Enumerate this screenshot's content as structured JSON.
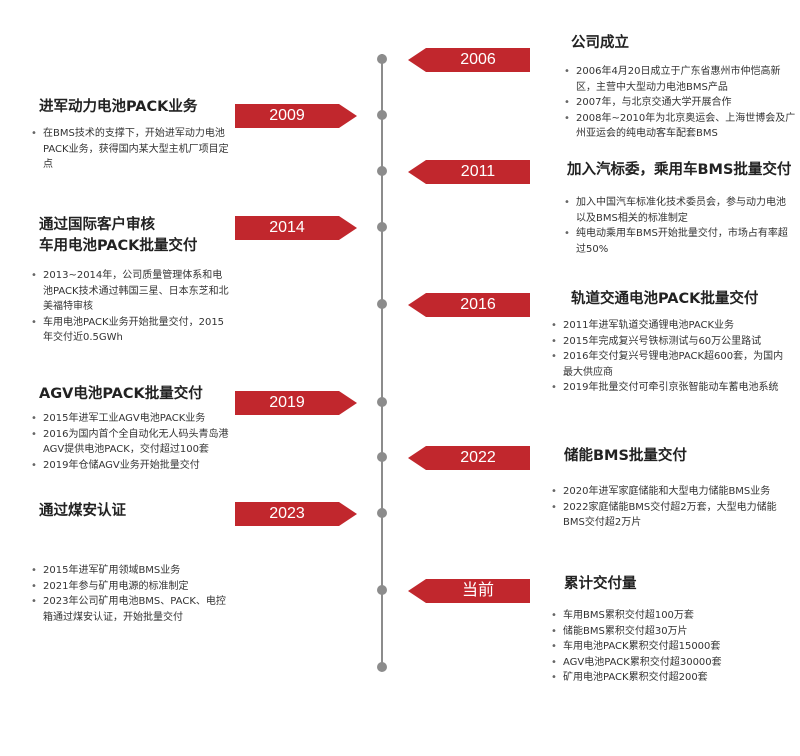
{
  "colors": {
    "accent": "#c1272d",
    "axis": "#8c8c8c"
  },
  "timeline": [
    {
      "label": "2006",
      "side": "right",
      "title": [
        "公司成立"
      ],
      "items": [
        "2006年4月20日成立于广东省惠州市仲恺高新区，主营中大型动力电池BMS产品",
        "2007年，与北京交通大学开展合作",
        "2008年~2010年为北京奥运会、上海世博会及广州亚运会的纯电动客车配套BMS"
      ]
    },
    {
      "label": "2009",
      "side": "left",
      "title": [
        "进军动力电池PACK业务"
      ],
      "items": [
        "在BMS技术的支撑下，开始进军动力电池PACK业务，获得国内某大型主机厂项目定点"
      ]
    },
    {
      "label": "2011",
      "side": "right",
      "title": [
        "加入汽标委，乘用车BMS批量交付"
      ],
      "items": [
        "加入中国汽车标准化技术委员会，参与动力电池以及BMS相关的标准制定",
        "纯电动乘用车BMS开始批量交付，市场占有率超过50%"
      ]
    },
    {
      "label": "2014",
      "side": "left",
      "title": [
        "通过国际客户审核",
        "车用电池PACK批量交付"
      ],
      "items": [
        "2013~2014年，公司质量管理体系和电池PACK技术通过韩国三星、日本东芝和北美福特审核",
        "车用电池PACK业务开始批量交付，2015年交付近0.5GWh"
      ]
    },
    {
      "label": "2016",
      "side": "right",
      "title": [
        "轨道交通电池PACK批量交付"
      ],
      "items": [
        "2011年进军轨道交通锂电池PACK业务",
        "2015年完成复兴号铁标测试与60万公里路试",
        "2016年交付复兴号锂电池PACK超600套，为国内最大供应商",
        "2019年批量交付可牵引京张智能动车蓄电池系统"
      ]
    },
    {
      "label": "2019",
      "side": "left",
      "title": [
        "AGV电池PACK批量交付"
      ],
      "items": [
        "2015年进军工业AGV电池PACK业务",
        "2016为国内首个全自动化无人码头青岛港AGV提供电池PACK，交付超过100套",
        "2019年仓储AGV业务开始批量交付"
      ]
    },
    {
      "label": "2022",
      "side": "right",
      "title": [
        "储能BMS批量交付"
      ],
      "items": [
        "2020年进军家庭储能和大型电力储能BMS业务",
        "2022家庭储能BMS交付超2万套，大型电力储能BMS交付超2万片"
      ]
    },
    {
      "label": "2023",
      "side": "left",
      "title": [
        "通过煤安认证"
      ],
      "items": [
        "2015年进军矿用领域BMS业务",
        "2021年参与矿用电源的标准制定",
        "2023年公司矿用电池BMS、PACK、电控箱通过煤安认证，开始批量交付"
      ]
    },
    {
      "label": "当前",
      "side": "right",
      "title": [
        "累计交付量"
      ],
      "items": [
        "车用BMS累积交付超100万套",
        "储能BMS累积交付超30万片",
        "车用电池PACK累积交付超15000套",
        "AGV电池PACK累积交付超30000套",
        "矿用电池PACK累积交付超200套"
      ]
    }
  ]
}
